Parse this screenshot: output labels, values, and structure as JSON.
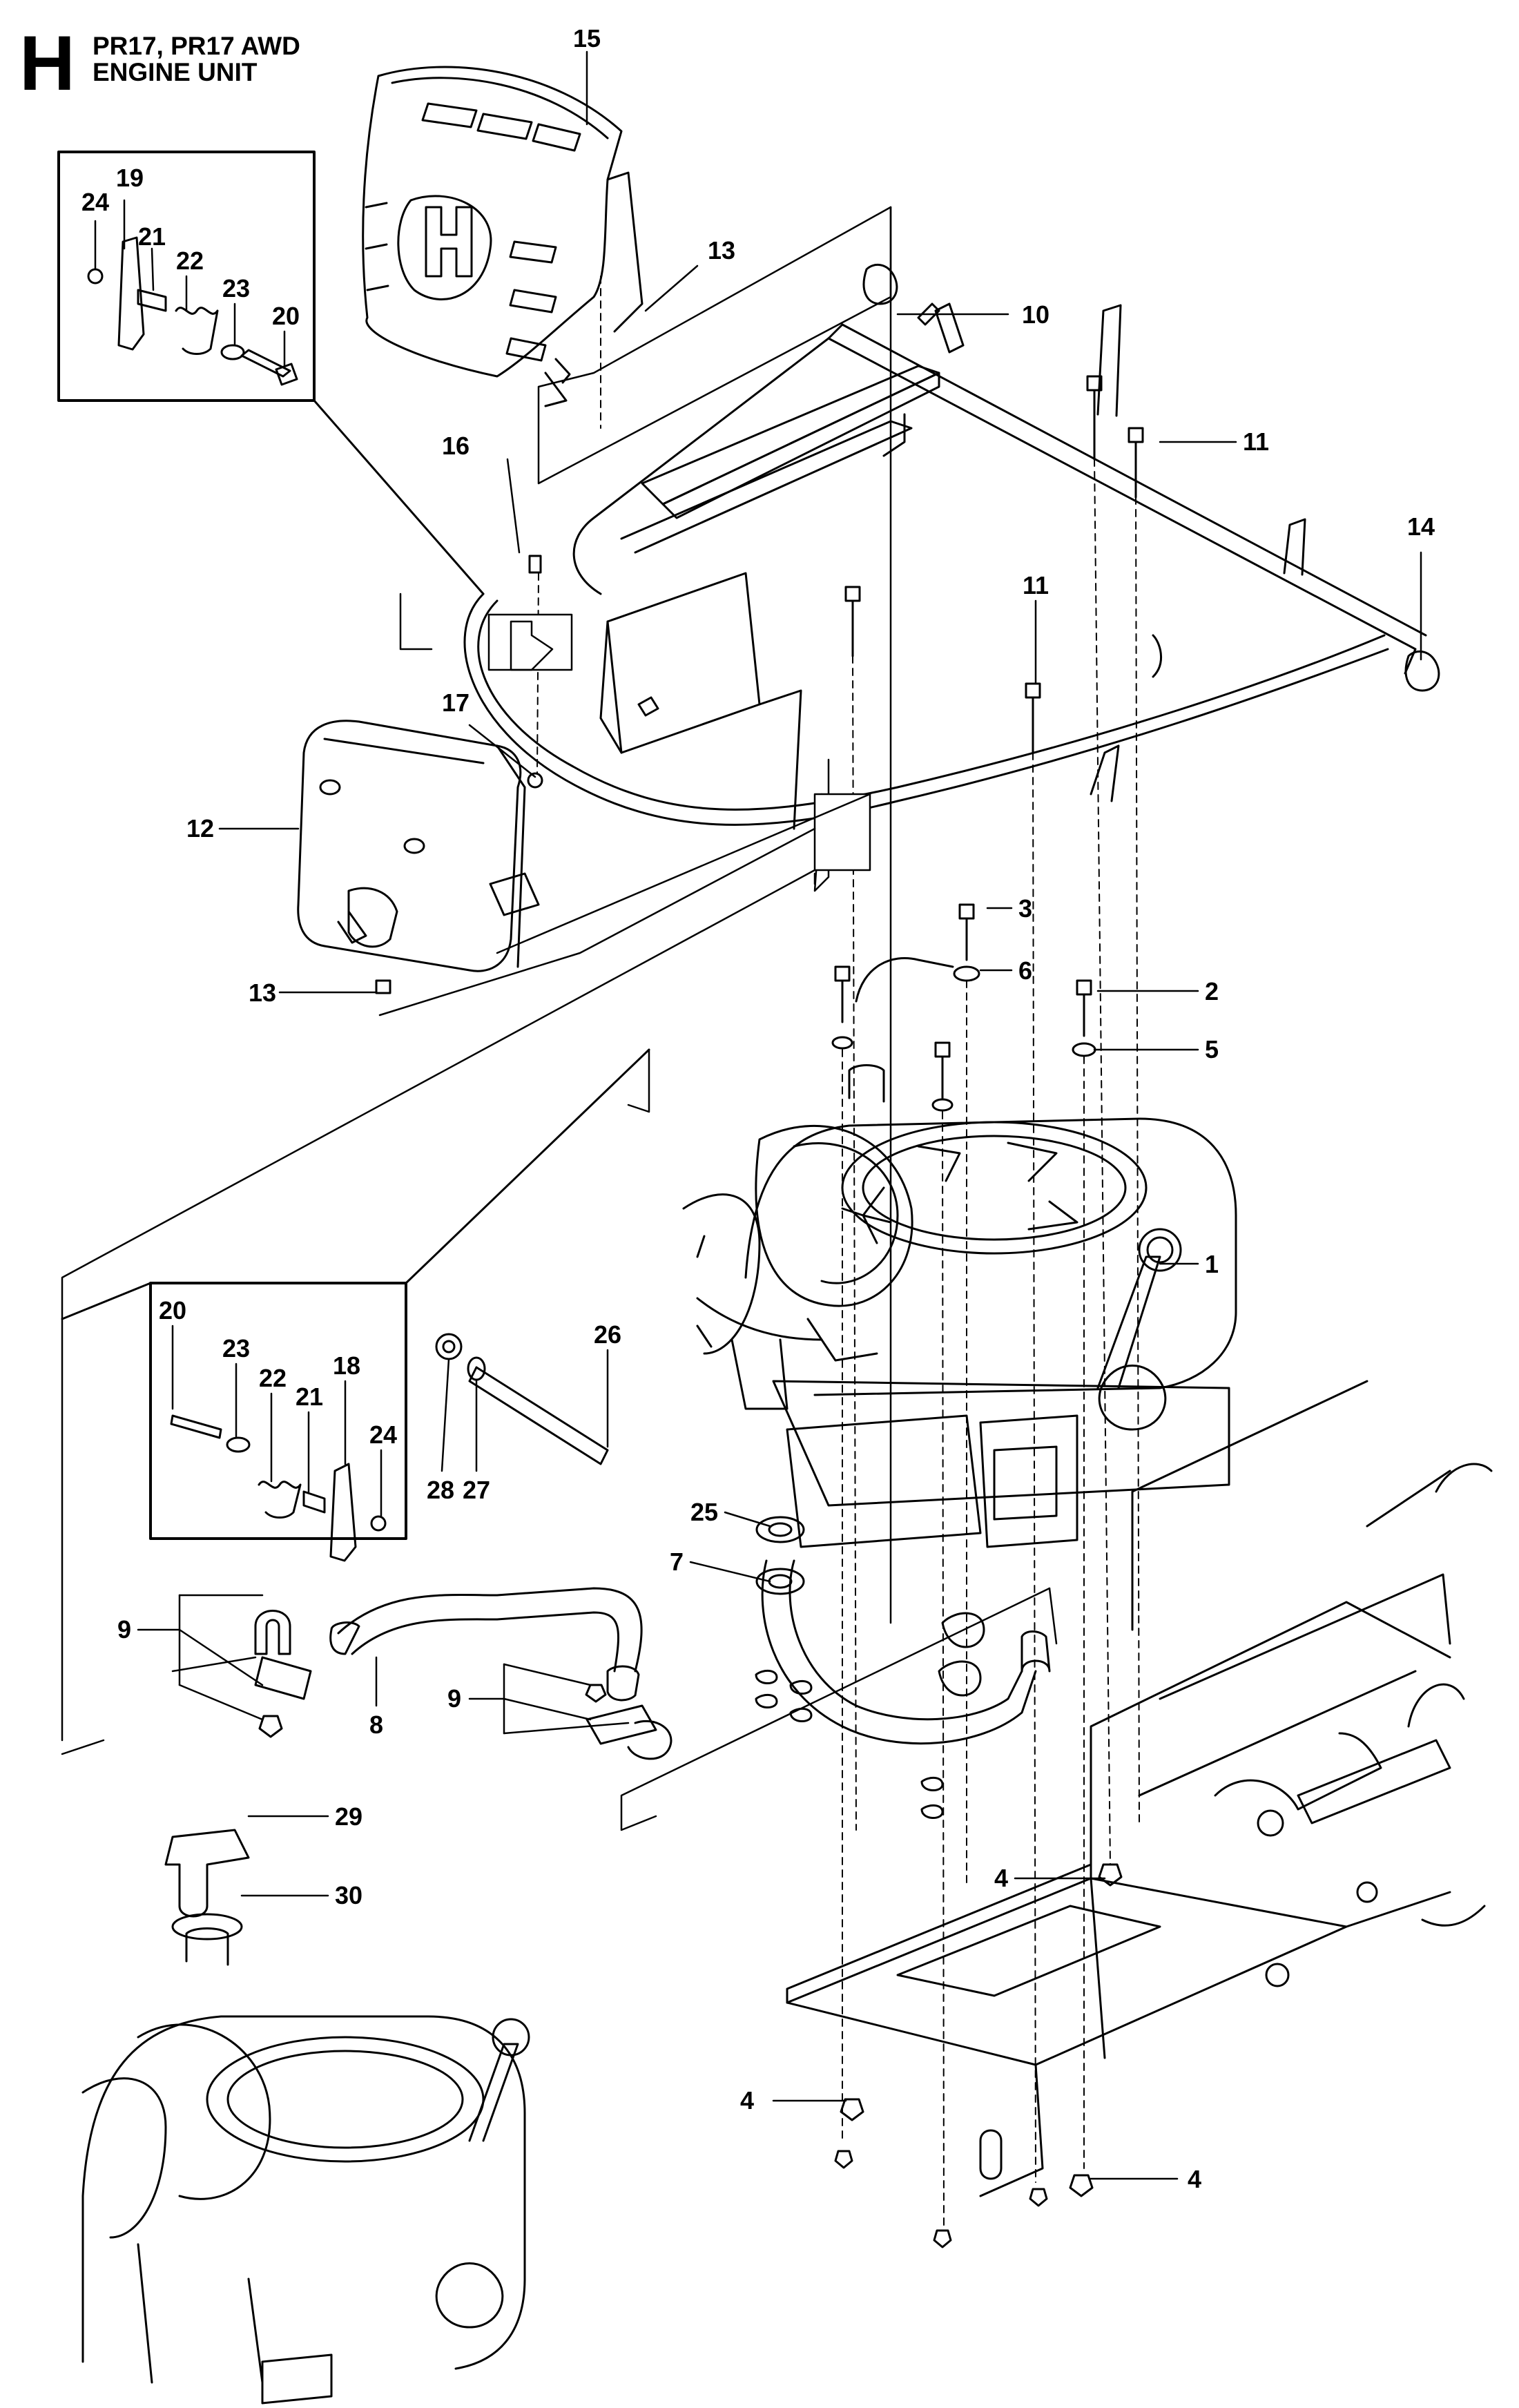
{
  "header": {
    "section_letter": "H",
    "model_line": "PR17, PR17 AWD",
    "unit_line": "ENGINE UNIT"
  },
  "callouts": {
    "n1": "1",
    "n2": "2",
    "n3": "3",
    "n4": "4",
    "n5": "5",
    "n6": "6",
    "n7": "7",
    "n8": "8",
    "n9": "9",
    "n10": "10",
    "n11": "11",
    "n12": "12",
    "n13": "13",
    "n14": "14",
    "n15": "15",
    "n16": "16",
    "n17": "17",
    "n18": "18",
    "n19": "19",
    "n20": "20",
    "n21": "21",
    "n22": "22",
    "n23": "23",
    "n24": "24",
    "n25": "25",
    "n26": "26",
    "n27": "27",
    "n28": "28",
    "n29": "29",
    "n30": "30"
  },
  "logo_letter": "H"
}
